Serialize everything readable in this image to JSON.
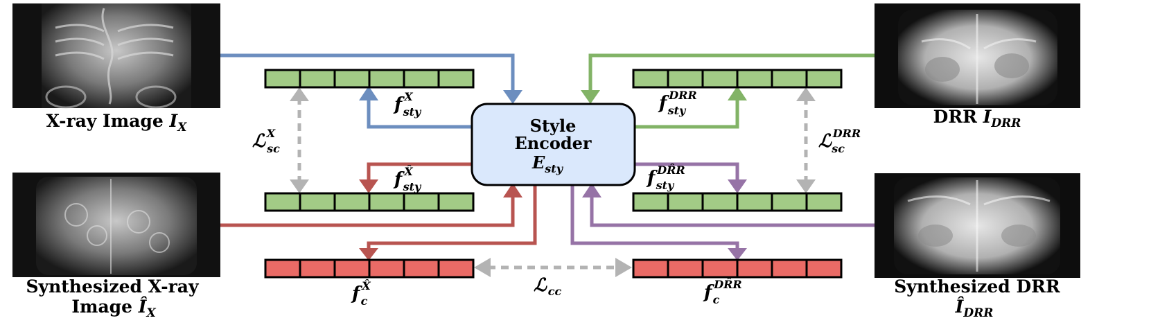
{
  "images": {
    "xray": {
      "caption_main": "X-ray Image",
      "caption_sym": "I",
      "caption_sub": "X"
    },
    "drr": {
      "caption_main": "DRR",
      "caption_sym": "I",
      "caption_sub": "DRR"
    },
    "syn_xray": {
      "caption_line1": "Synthesized X-ray",
      "caption_main": "Image",
      "caption_sym": "Î",
      "caption_sub": "X"
    },
    "syn_drr": {
      "caption_line1": "Synthesized DRR",
      "caption_sym": "Î",
      "caption_sub": "DRR"
    }
  },
  "encoder": {
    "line1": "Style",
    "line2": "Encoder",
    "sym": "E",
    "sub": "sty"
  },
  "features": {
    "f_sty_x": {
      "sym": "f",
      "sup": "X",
      "sub": "sty"
    },
    "f_sty_drr": {
      "sym": "f",
      "sup": "DRR",
      "sub": "sty"
    },
    "f_sty_xhat": {
      "sym": "f",
      "sup": "X̂",
      "sub": "sty"
    },
    "f_sty_drrhat": {
      "sym": "f",
      "sup": "DR̂R",
      "sub": "sty"
    },
    "f_c_xhat": {
      "sym": "f",
      "sup": "X̂",
      "sub": "c"
    },
    "f_c_drrhat": {
      "sym": "f",
      "sup": "DR̂R",
      "sub": "c"
    }
  },
  "losses": {
    "sc_x": {
      "sym": "ℒ",
      "sup": "X",
      "sub": "sc"
    },
    "sc_drr": {
      "sym": "ℒ",
      "sup": "DRR",
      "sub": "sc"
    },
    "cc": {
      "sym": "ℒ",
      "sub": "cc"
    }
  },
  "colors": {
    "blue": "#6c8ebf",
    "green": "#82b366",
    "red": "#b85450",
    "purple": "#9673a6",
    "gray": "#b3b3b3",
    "style_cell": "#a2cb86",
    "content_cell": "#ea6b66",
    "encoder_fill": "#dae8fc"
  }
}
